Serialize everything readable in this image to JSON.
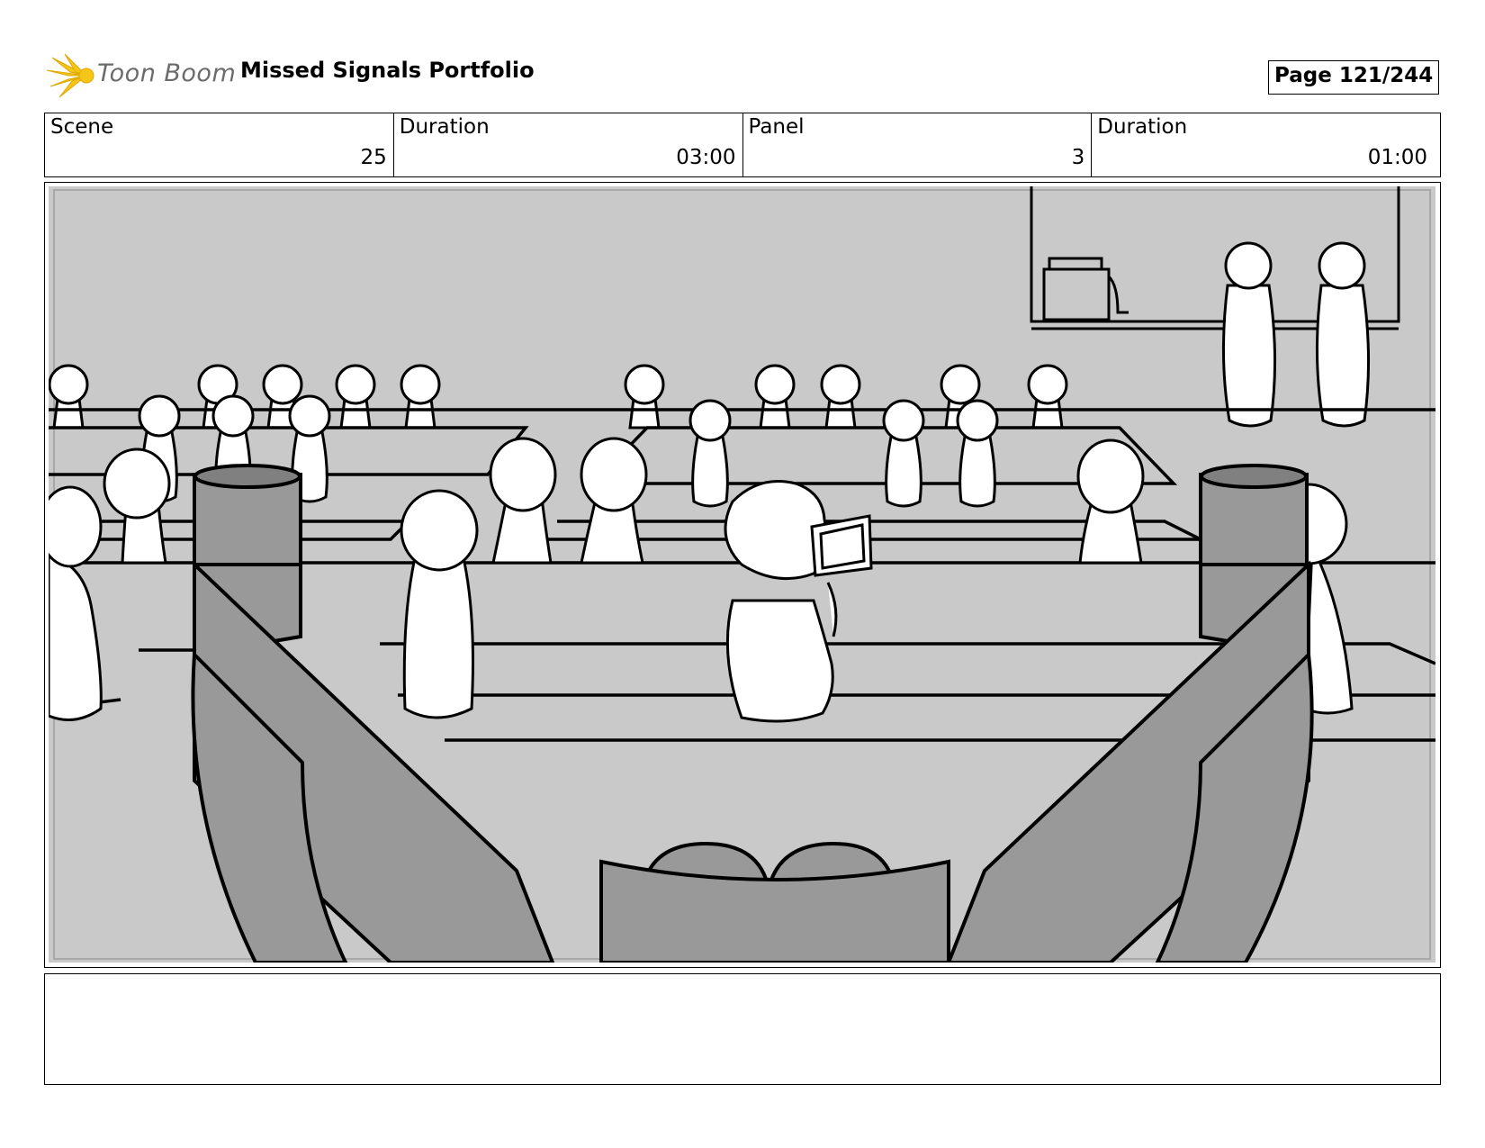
{
  "header": {
    "logo_text": "Toon Boom",
    "title": "Missed Signals Portfolio",
    "page": "Page 121/244"
  },
  "info": {
    "scene_label": "Scene",
    "scene_value": "25",
    "scene_duration_label": "Duration",
    "scene_duration_value": "03:00",
    "panel_label": "Panel",
    "panel_value": "3",
    "panel_duration_label": "Duration",
    "panel_duration_value": "01:00"
  },
  "notes": {
    "text": ""
  }
}
